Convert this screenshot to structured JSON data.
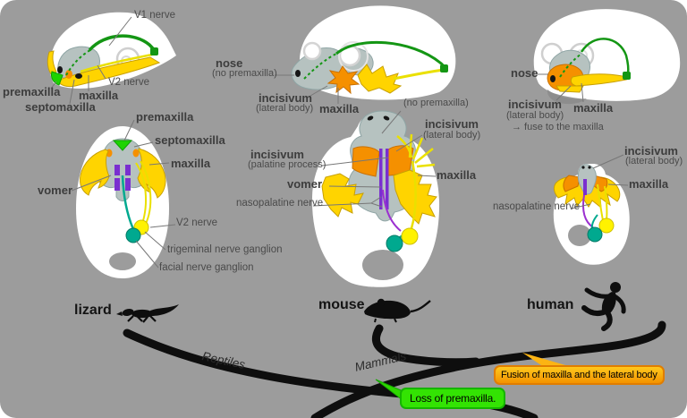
{
  "figure": {
    "lizard_side": {
      "v1_nerve": "V1 nerve",
      "v2_nerve": "V2 nerve",
      "premaxilla": "premaxilla",
      "maxilla": "maxilla",
      "septomaxilla": "septomaxilla"
    },
    "lizard_ventral": {
      "premaxilla": "premaxilla",
      "septomaxilla": "septomaxilla",
      "maxilla": "maxilla",
      "vomer": "vomer",
      "v2_nerve": "V2 nerve",
      "trigeminal": "trigeminal nerve ganglion",
      "facial": "facial nerve ganglion"
    },
    "mouse_side": {
      "nose": "nose",
      "nose_sub": "(no premaxilla)",
      "incisivum": "incisivum",
      "incisivum_sub": "(lateral body)",
      "maxilla": "maxilla"
    },
    "mouse_ventral": {
      "no_premaxilla": "(no premaxilla)",
      "incisivum_lateral": "incisivum",
      "incisivum_lateral_sub": "(lateral body)",
      "incisivum_palatine": "incisivum",
      "incisivum_palatine_sub": "(palatine process)",
      "vomer": "vomer",
      "maxilla": "maxilla",
      "nasopalatine": "nasopalatine nerve"
    },
    "human_side": {
      "nose": "nose",
      "incisivum": "incisivum",
      "incisivum_sub": "(lateral body)",
      "fuse_note": "→ fuse to the maxilla",
      "maxilla": "maxilla"
    },
    "human_ventral": {
      "incisivum": "incisivum",
      "incisivum_sub": "(lateral body)",
      "maxilla": "maxilla",
      "nasopalatine": "nasopalatine nerve"
    }
  },
  "tree": {
    "taxa": {
      "lizard": "lizard",
      "mouse": "mouse",
      "human": "human"
    },
    "branches": {
      "reptiles": "Reptiles",
      "mammals": "Mammals"
    },
    "events": {
      "loss_of_premaxilla": "Loss of premaxilla.",
      "fusion": "Fusion of maxilla and the lateral body"
    }
  },
  "colors": {
    "background": "#9c9c9c",
    "skull": "#ffffff",
    "nasal_capsule": "#b6c2c0",
    "premaxilla_green": "#1ed400",
    "incisivum_orange": "#f59000",
    "maxilla_yellow": "#ffd400",
    "vomer_purple": "#7a2fd0",
    "v1_nerve_green": "#149614",
    "v2_nerve_yellow": "#eae000",
    "trigeminal_ganglion_yellow": "#fff200",
    "facial_ganglion_teal": "#00a98f",
    "nasopalatine_purple": "#9b30d0",
    "leader_line": "#777777",
    "tree_black": "#0e0e0e",
    "loss_box_green": "#33e303",
    "loss_box_border": "#15b400",
    "fusion_box_orange_top": "#ffc81e",
    "fusion_box_orange_bottom": "#f39200",
    "fusion_box_border": "#e07d00"
  }
}
